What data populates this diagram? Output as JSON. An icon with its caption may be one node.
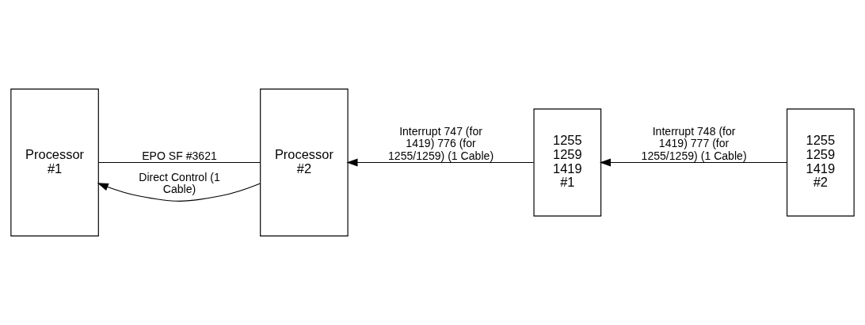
{
  "diagram": {
    "nodes": [
      {
        "text": [
          "Processor #1"
        ]
      },
      {
        "text": [
          "Processor #2"
        ]
      },
      {
        "text": [
          "1255 1259 1419 #1"
        ]
      },
      {
        "text": [
          "1255 1259 1419 #2"
        ]
      }
    ],
    "edges": [
      {
        "from": 0,
        "to": 1,
        "arrow": "none",
        "label": "EPO SF #3621"
      },
      {
        "from": 1,
        "to": 0,
        "arrow": "to",
        "label": "Direct Control (1 Cable)"
      },
      {
        "from": 2,
        "to": 1,
        "arrow": "to",
        "label": "Interrupt 747 (for 1419) 776 (for 1255/1259) (1 Cable)"
      },
      {
        "from": 3,
        "to": 2,
        "arrow": "to",
        "label": "Interrupt 748 (for 1419) 777 (for 1255/1259) (1 Cable)"
      }
    ]
  }
}
